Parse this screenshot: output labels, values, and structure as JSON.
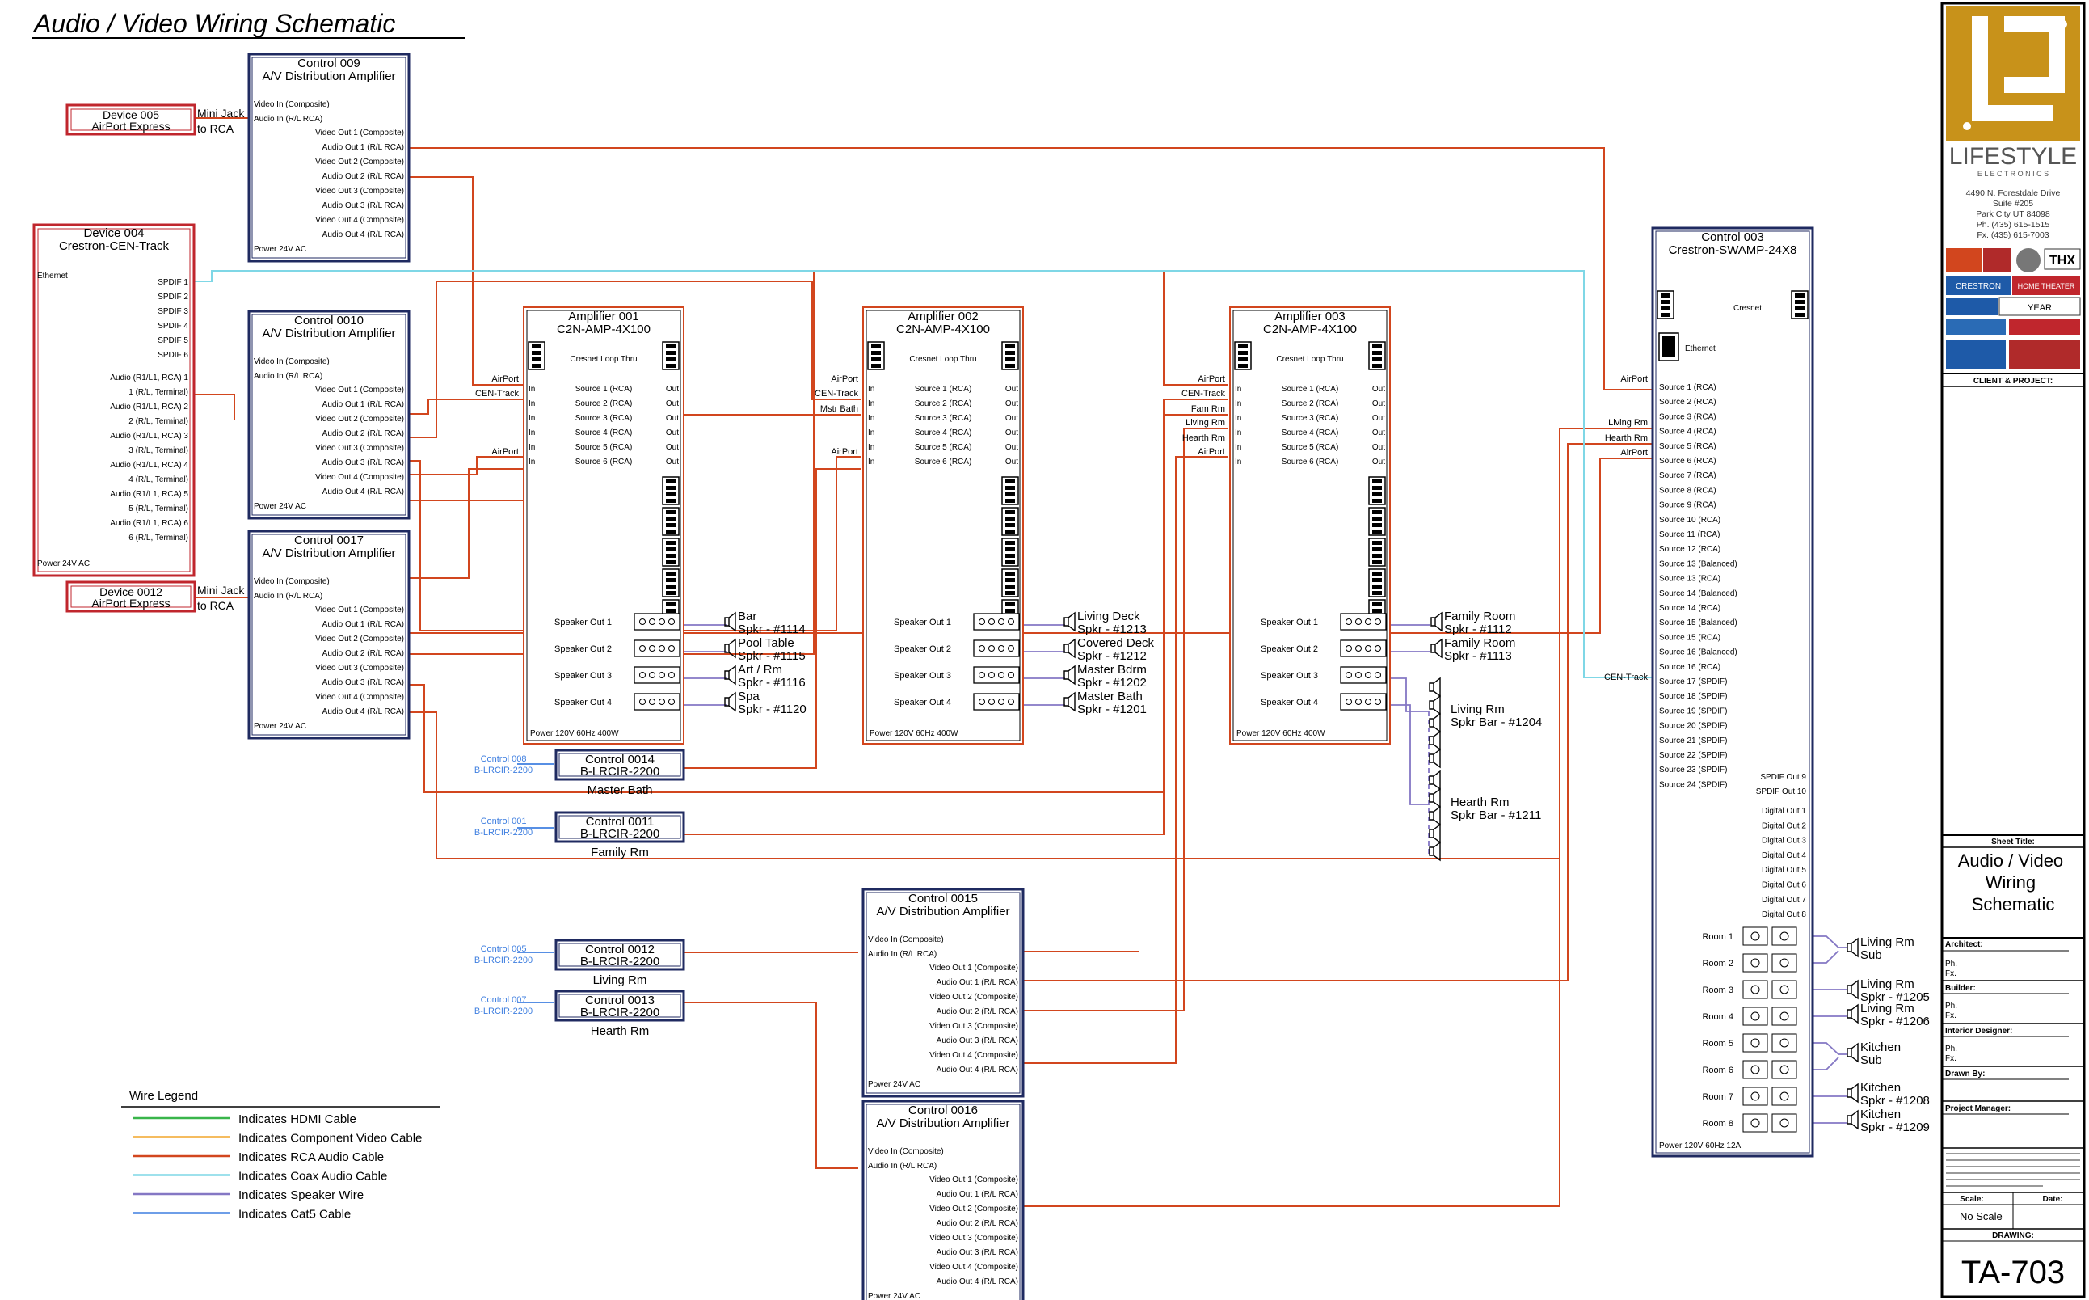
{
  "title": "Audio / Video Wiring Schematic",
  "colors": {
    "box": "#1f2a60",
    "device_border": "#c0262d",
    "rca": "#d2461e",
    "hdmi": "#39b54a",
    "component": "#f2a52a",
    "coax": "#7fd7e6",
    "speaker": "#8477c4",
    "cat5": "#3f7fe0",
    "logo_gold": "#c8921a"
  },
  "devices": [
    {
      "id": "dev005",
      "title": "Device 005",
      "subtitle": "AirPort Express"
    },
    {
      "id": "dev012",
      "title": "Device 0012",
      "subtitle": "AirPort Express"
    }
  ],
  "minijack": {
    "line1": "Mini Jack",
    "line2": "to RCA"
  },
  "cen_track": {
    "title": "Device 004",
    "subtitle": "Crestron-CEN-Track",
    "ethernet": "Ethernet",
    "spdif": [
      "SPDIF 1",
      "SPDIF 2",
      "SPDIF 3",
      "SPDIF 4",
      "SPDIF 5",
      "SPDIF 6"
    ],
    "audio": [
      "Audio (R1/L1, RCA) 1",
      "1 (R/L, Terminal)",
      "Audio (R1/L1, RCA) 2",
      "2 (R/L, Terminal)",
      "Audio (R1/L1, RCA) 3",
      "3 (R/L, Terminal)",
      "Audio (R1/L1, RCA) 4",
      "4 (R/L, Terminal)",
      "Audio (R1/L1, RCA) 5",
      "5 (R/L, Terminal)",
      "Audio (R1/L1, RCA) 6",
      "6 (R/L, Terminal)"
    ],
    "power": "Power 24V AC"
  },
  "av_amps": [
    {
      "id": "c009",
      "title": "Control 009",
      "subtitle": "A/V Distribution Amplifier"
    },
    {
      "id": "c0010",
      "title": "Control 0010",
      "subtitle": "A/V Distribution Amplifier"
    },
    {
      "id": "c0017",
      "title": "Control 0017",
      "subtitle": "A/V Distribution Amplifier"
    },
    {
      "id": "c0015",
      "title": "Control 0015",
      "subtitle": "A/V Distribution Amplifier"
    },
    {
      "id": "c0016",
      "title": "Control 0016",
      "subtitle": "A/V Distribution Amplifier"
    }
  ],
  "av_amp_ports": {
    "inputs": [
      "Video In (Composite)",
      "Audio In (R/L RCA)"
    ],
    "outputs": [
      "Video Out 1 (Composite)",
      "Audio Out 1 (R/L RCA)",
      "Video Out 2 (Composite)",
      "Audio Out 2 (R/L RCA)",
      "Video Out 3 (Composite)",
      "Audio Out 3 (R/L RCA)",
      "Video Out 4 (Composite)",
      "Audio Out 4 (R/L RCA)"
    ],
    "power": "Power 24V AC"
  },
  "amplifiers": [
    {
      "id": "amp001",
      "title": "Amplifier 001",
      "subtitle": "C2N-AMP-4X100",
      "inputs": [
        "AirPort",
        "CEN-Track",
        "",
        "AirPort"
      ],
      "speakers": [
        {
          "name": "Bar",
          "tag": "Spkr - #1114"
        },
        {
          "name": "Pool Table",
          "tag": "Spkr - #1115"
        },
        {
          "name": "Art / Rm",
          "tag": "Spkr - #1116"
        },
        {
          "name": "Spa",
          "tag": "Spkr - #1120"
        }
      ]
    },
    {
      "id": "amp002",
      "title": "Amplifier 002",
      "subtitle": "C2N-AMP-4X100",
      "inputs": [
        "AirPort",
        "CEN-Track",
        "Mstr Bath",
        "AirPort"
      ],
      "speakers": [
        {
          "name": "Living Deck",
          "tag": "Spkr - #1213"
        },
        {
          "name": "Covered Deck",
          "tag": "Spkr - #1212"
        },
        {
          "name": "Master Bdrm",
          "tag": "Spkr - #1202"
        },
        {
          "name": "Master Bath",
          "tag": "Spkr - #1201"
        }
      ]
    },
    {
      "id": "amp003",
      "title": "Amplifier 003",
      "subtitle": "C2N-AMP-4X100",
      "inputs": [
        "AirPort",
        "CEN-Track",
        "Fam Rm",
        "Living Rm",
        "Hearth Rm",
        "AirPort"
      ],
      "speakers": [
        {
          "name": "Family Room",
          "tag": "Spkr - #1112"
        },
        {
          "name": "Family Room",
          "tag": "Spkr - #1113"
        },
        {
          "name": "Living Rm",
          "tag": "Spkr Bar - #1204"
        },
        {
          "name": "Hearth Rm",
          "tag": "Spkr Bar - #1211"
        }
      ]
    }
  ],
  "amp_common": {
    "cresnet": "Cresnet Loop Thru",
    "sources": [
      "Source 1 (RCA)",
      "Source 2 (RCA)",
      "Source 3 (RCA)",
      "Source 4 (RCA)",
      "Source 5 (RCA)",
      "Source 6 (RCA)"
    ],
    "in": "In",
    "out": "Out",
    "speaker_out": [
      "Speaker Out 1",
      "Speaker Out 2",
      "Speaker Out 3",
      "Speaker Out 4"
    ],
    "power": "Power 120V 60Hz 400W"
  },
  "keypads": [
    {
      "id": "k0014",
      "link": "Control 008",
      "link_model": "B-LRCIR-2200",
      "title": "Control 0014",
      "model": "B-LRCIR-2200",
      "room": "Master Bath"
    },
    {
      "id": "k0011",
      "link": "Control 001",
      "link_model": "B-LRCIR-2200",
      "title": "Control 0011",
      "model": "B-LRCIR-2200",
      "room": "Family Rm"
    },
    {
      "id": "k0012",
      "link": "Control 005",
      "link_model": "B-LRCIR-2200",
      "title": "Control 0012",
      "model": "B-LRCIR-2200",
      "room": "Living Rm"
    },
    {
      "id": "k0013",
      "link": "Control 007",
      "link_model": "B-LRCIR-2200",
      "title": "Control 0013",
      "model": "B-LRCIR-2200",
      "room": "Hearth Rm"
    }
  ],
  "swamp": {
    "title": "Control 003",
    "subtitle": "Crestron-SWAMP-24X8",
    "cresnet": "Cresnet",
    "ethernet": "Ethernet",
    "side_inputs": [
      "AirPort",
      "Living Rm",
      "Hearth Rm",
      "AirPort",
      "CEN-Track"
    ],
    "sources": [
      "Source 1 (RCA)",
      "Source 2 (RCA)",
      "Source 3 (RCA)",
      "Source 4 (RCA)",
      "Source 5 (RCA)",
      "Source 6 (RCA)",
      "Source 7 (RCA)",
      "Source 8 (RCA)",
      "Source 9 (RCA)",
      "Source 10 (RCA)",
      "Source 11 (RCA)",
      "Source 12 (RCA)",
      "Source 13 (Balanced)",
      "Source 13 (RCA)",
      "Source 14 (Balanced)",
      "Source 14 (RCA)",
      "Source 15 (Balanced)",
      "Source 15 (RCA)",
      "Source 16 (Balanced)",
      "Source 16 (RCA)",
      "Source 17 (SPDIF)",
      "Source 18 (SPDIF)",
      "Source 19 (SPDIF)",
      "Source 20 (SPDIF)",
      "Source 21 (SPDIF)",
      "Source 22 (SPDIF)",
      "Source 23 (SPDIF)",
      "Source 24 (SPDIF)"
    ],
    "spdif_out": [
      "SPDIF Out 9",
      "SPDIF Out 10"
    ],
    "digital_out": [
      "Digital Out 1",
      "Digital Out 2",
      "Digital Out 3",
      "Digital Out 4",
      "Digital Out 5",
      "Digital Out 6",
      "Digital Out 7",
      "Digital Out 8"
    ],
    "rooms": [
      "Room 1",
      "Room 2",
      "Room 3",
      "Room 4",
      "Room 5",
      "Room 6",
      "Room 7",
      "Room 8"
    ],
    "speakers": [
      {
        "name": "Living Rm",
        "tag": "Sub"
      },
      {
        "name": "Living Rm",
        "tag": "Spkr - #1205"
      },
      {
        "name": "Living Rm",
        "tag": "Spkr - #1206"
      },
      {
        "name": "Kitchen",
        "tag": "Sub"
      },
      {
        "name": "Kitchen",
        "tag": "Spkr - #1208"
      },
      {
        "name": "Kitchen",
        "tag": "Spkr - #1209"
      }
    ],
    "power": "Power 120V 60Hz 12A"
  },
  "legend": {
    "title": "Wire Legend",
    "items": [
      {
        "label": "Indicates HDMI Cable",
        "color": "#39b54a"
      },
      {
        "label": "Indicates Component Video Cable",
        "color": "#f2a52a"
      },
      {
        "label": "Indicates RCA Audio Cable",
        "color": "#d2461e"
      },
      {
        "label": "Indicates Coax Audio Cable",
        "color": "#7fd7e6"
      },
      {
        "label": "Indicates Speaker Wire",
        "color": "#8477c4"
      },
      {
        "label": "Indicates Cat5 Cable",
        "color": "#3f7fe0"
      }
    ]
  },
  "title_block": {
    "company": "LIFESTYLE",
    "company_sub": "E L E C T R O N I C S",
    "address": [
      "4490 N. Forestdale Drive",
      "Suite #205",
      "Park City UT 84098",
      "Ph. (435) 615-1515",
      "Fx. (435) 615-7003"
    ],
    "badges": [
      "THX",
      "CRESTRON",
      "HOME THEATER",
      "YEAR"
    ],
    "client_project": "CLIENT & PROJECT:",
    "sheet_title_label": "Sheet Title:",
    "sheet_title": "Audio / Video Wiring Schematic",
    "architect": "Architect:",
    "builder": "Builder:",
    "interior": "Interior Designer:",
    "ph": "Ph.",
    "fx": "Fx.",
    "drawn_by": "Drawn By:",
    "pm": "Project Manager:",
    "scale_label": "Scale:",
    "date_label": "Date:",
    "scale_value": "No Scale",
    "drawing_label": "DRAWING:",
    "drawing_no": "TA-703"
  }
}
